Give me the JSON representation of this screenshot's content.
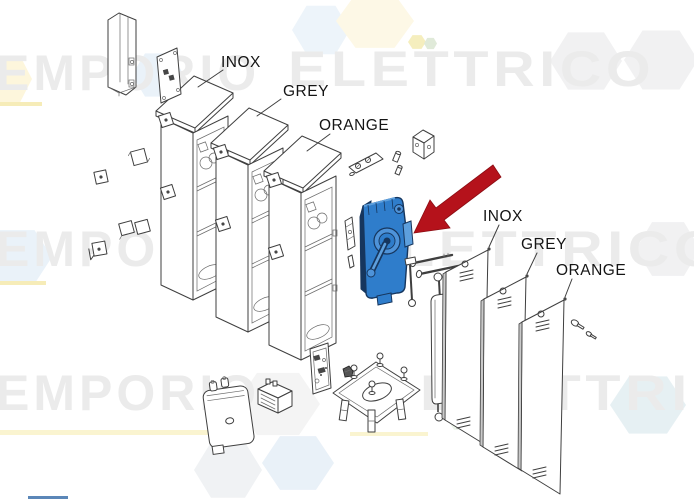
{
  "watermark": {
    "left_word": "EMPORIO",
    "right_word": "ELETTRICO"
  },
  "labels": {
    "cabinets": [
      {
        "text": "INOX"
      },
      {
        "text": "GREY"
      },
      {
        "text": "ORANGE"
      }
    ],
    "panels": [
      {
        "text": "INOX"
      },
      {
        "text": "GREY"
      },
      {
        "text": "ORANGE"
      }
    ]
  },
  "colors": {
    "highlight_arrow": "#b5121b",
    "motor_blue": "#2f7dcb",
    "motor_blue_light": "#5d9fdd",
    "motor_blue_mid": "#4e93d9",
    "motor_blue_dark": "#16365e",
    "watermark_gray": "#ebebeb",
    "accent_yellow": "#f6ecb8",
    "accent_yellow_pale": "#faf4d0",
    "accent_blue_line": "#5b87b8"
  }
}
